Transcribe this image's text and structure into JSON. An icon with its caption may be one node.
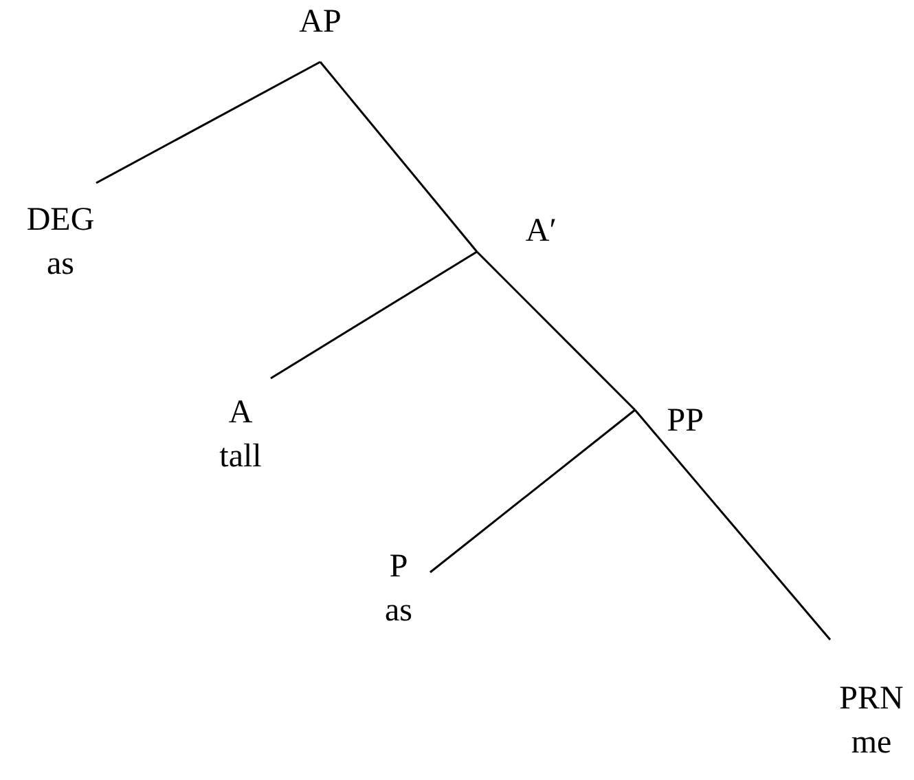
{
  "diagram": {
    "nodes": [
      {
        "text": [
          "AP"
        ]
      },
      {
        "text": [
          "DEG",
          "as"
        ]
      },
      {
        "text": [
          "A′"
        ]
      },
      {
        "text": [
          "A",
          "tall"
        ]
      },
      {
        "text": [
          "PP"
        ]
      },
      {
        "text": [
          "P",
          "as"
        ]
      },
      {
        "text": [
          "PRN",
          "me"
        ]
      }
    ],
    "edges": [
      {
        "from": 0,
        "to": 1,
        "arrow": "none"
      },
      {
        "from": 0,
        "to": 2,
        "arrow": "none"
      },
      {
        "from": 2,
        "to": 3,
        "arrow": "none"
      },
      {
        "from": 2,
        "to": 4,
        "arrow": "none"
      },
      {
        "from": 4,
        "to": 5,
        "arrow": "none"
      },
      {
        "from": 4,
        "to": 6,
        "arrow": "none"
      }
    ]
  }
}
